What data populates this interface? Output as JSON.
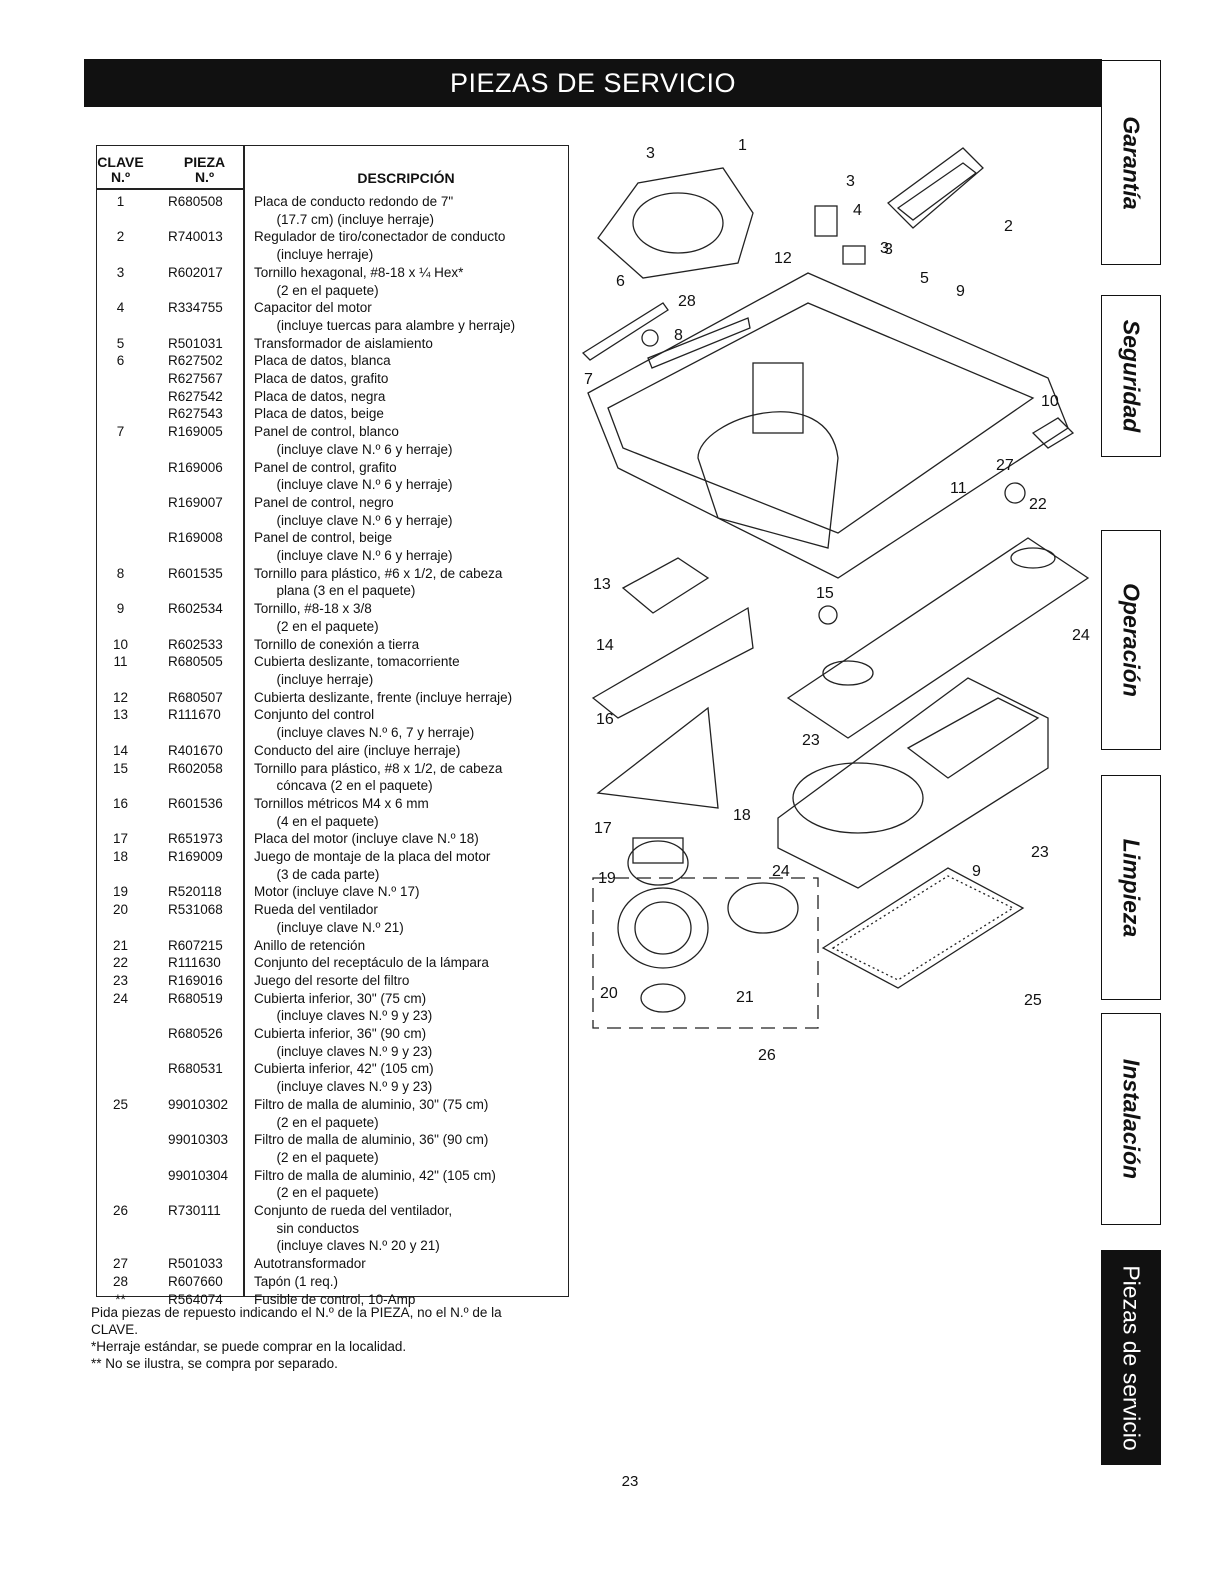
{
  "header": {
    "title": "PIEZAS DE SERVICIO"
  },
  "table": {
    "col_clave": "CLAVE\nN.º",
    "col_pieza": "PIEZA\nN.º",
    "col_desc": "DESCRIPCIÓN",
    "rows": [
      {
        "clave": "1",
        "pieza": "R680508",
        "desc": "Placa de conducto redondo de 7\""
      },
      {
        "clave": "",
        "pieza": "",
        "desc": "      (17.7 cm) (incluye herraje)"
      },
      {
        "clave": "2",
        "pieza": "R740013",
        "desc": "Regulador de tiro/conectador de conducto"
      },
      {
        "clave": "",
        "pieza": "",
        "desc": "      (incluye herraje)"
      },
      {
        "clave": "3",
        "pieza": "R602017",
        "desc": "Tornillo hexagonal, #8-18 x ¼ Hex*"
      },
      {
        "clave": "",
        "pieza": "",
        "desc": "      (2 en el paquete)"
      },
      {
        "clave": "4",
        "pieza": "R334755",
        "desc": "Capacitor del motor"
      },
      {
        "clave": "",
        "pieza": "",
        "desc": "      (incluye tuercas para alambre y herraje)"
      },
      {
        "clave": "5",
        "pieza": "R501031",
        "desc": "Transformador de aislamiento"
      },
      {
        "clave": "6",
        "pieza": "R627502",
        "desc": "Placa de datos, blanca"
      },
      {
        "clave": "",
        "pieza": "R627567",
        "desc": "Placa de datos, grafito"
      },
      {
        "clave": "",
        "pieza": "R627542",
        "desc": "Placa de datos, negra"
      },
      {
        "clave": "",
        "pieza": "R627543",
        "desc": "Placa de datos, beige"
      },
      {
        "clave": "7",
        "pieza": "R169005",
        "desc": "Panel de control, blanco"
      },
      {
        "clave": "",
        "pieza": "",
        "desc": "      (incluye clave N.º 6 y herraje)"
      },
      {
        "clave": "",
        "pieza": "R169006",
        "desc": "Panel de control, grafito"
      },
      {
        "clave": "",
        "pieza": "",
        "desc": "      (incluye clave N.º 6 y herraje)"
      },
      {
        "clave": "",
        "pieza": "R169007",
        "desc": "Panel de control, negro"
      },
      {
        "clave": "",
        "pieza": "",
        "desc": "      (incluye clave N.º 6 y herraje)"
      },
      {
        "clave": "",
        "pieza": "R169008",
        "desc": "Panel de control, beige"
      },
      {
        "clave": "",
        "pieza": "",
        "desc": "      (incluye clave N.º 6 y herraje)"
      },
      {
        "clave": "8",
        "pieza": "R601535",
        "desc": "Tornillo para plástico, #6 x 1/2, de cabeza"
      },
      {
        "clave": "",
        "pieza": "",
        "desc": "      plana (3 en el paquete)"
      },
      {
        "clave": "9",
        "pieza": "R602534",
        "desc": "Tornillo, #8-18 x 3/8"
      },
      {
        "clave": "",
        "pieza": "",
        "desc": "      (2 en el paquete)"
      },
      {
        "clave": "10",
        "pieza": "R602533",
        "desc": "Tornillo de conexión a tierra"
      },
      {
        "clave": "11",
        "pieza": "R680505",
        "desc": "Cubierta deslizante, tomacorriente"
      },
      {
        "clave": "",
        "pieza": "",
        "desc": "      (incluye herraje)"
      },
      {
        "clave": "12",
        "pieza": "R680507",
        "desc": "Cubierta deslizante, frente (incluye herraje)"
      },
      {
        "clave": "13",
        "pieza": "R111670",
        "desc": "Conjunto del control"
      },
      {
        "clave": "",
        "pieza": "",
        "desc": "      (incluye claves N.º 6, 7 y herraje)"
      },
      {
        "clave": "14",
        "pieza": "R401670",
        "desc": "Conducto del aire (incluye herraje)"
      },
      {
        "clave": "15",
        "pieza": "R602058",
        "desc": "Tornillo para plástico, #8 x 1/2, de cabeza"
      },
      {
        "clave": "",
        "pieza": "",
        "desc": "      cóncava (2 en el paquete)"
      },
      {
        "clave": "16",
        "pieza": "R601536",
        "desc": "Tornillos métricos M4 x 6 mm"
      },
      {
        "clave": "",
        "pieza": "",
        "desc": "      (4 en el paquete)"
      },
      {
        "clave": "17",
        "pieza": "R651973",
        "desc": "Placa del motor (incluye clave N.º 18)"
      },
      {
        "clave": "18",
        "pieza": "R169009",
        "desc": "Juego de montaje de la placa del motor"
      },
      {
        "clave": "",
        "pieza": "",
        "desc": "      (3 de cada parte)"
      },
      {
        "clave": "19",
        "pieza": "R520118",
        "desc": "Motor (incluye clave N.º 17)"
      },
      {
        "clave": "20",
        "pieza": "R531068",
        "desc": "Rueda del ventilador"
      },
      {
        "clave": "",
        "pieza": "",
        "desc": "      (incluye clave N.º 21)"
      },
      {
        "clave": "21",
        "pieza": "R607215",
        "desc": "Anillo de retención"
      },
      {
        "clave": "22",
        "pieza": "R111630",
        "desc": "Conjunto del receptáculo de la lámpara"
      },
      {
        "clave": "23",
        "pieza": "R169016",
        "desc": "Juego del resorte del filtro"
      },
      {
        "clave": "24",
        "pieza": "R680519",
        "desc": "Cubierta inferior, 30\" (75 cm)"
      },
      {
        "clave": "",
        "pieza": "",
        "desc": "      (incluye claves N.º 9 y 23)"
      },
      {
        "clave": "",
        "pieza": "R680526",
        "desc": "Cubierta inferior, 36\" (90 cm)"
      },
      {
        "clave": "",
        "pieza": "",
        "desc": "      (incluye claves N.º 9 y 23)"
      },
      {
        "clave": "",
        "pieza": "R680531",
        "desc": "Cubierta inferior, 42\" (105 cm)"
      },
      {
        "clave": "",
        "pieza": "",
        "desc": "      (incluye claves N.º 9 y 23)"
      },
      {
        "clave": "25",
        "pieza": "99010302",
        "desc": "Filtro de malla de aluminio, 30\" (75 cm)"
      },
      {
        "clave": "",
        "pieza": "",
        "desc": "      (2 en el paquete)"
      },
      {
        "clave": "",
        "pieza": "99010303",
        "desc": "Filtro de malla de aluminio, 36\" (90 cm)"
      },
      {
        "clave": "",
        "pieza": "",
        "desc": "      (2 en el paquete)"
      },
      {
        "clave": "",
        "pieza": "99010304",
        "desc": "Filtro de malla de aluminio, 42\" (105 cm)"
      },
      {
        "clave": "",
        "pieza": "",
        "desc": "      (2 en el paquete)"
      },
      {
        "clave": "26",
        "pieza": "R730111",
        "desc": "Conjunto de rueda del ventilador,"
      },
      {
        "clave": "",
        "pieza": "",
        "desc": "      sin conductos"
      },
      {
        "clave": "",
        "pieza": "",
        "desc": "      (incluye claves N.º 20 y 21)"
      },
      {
        "clave": "27",
        "pieza": "R501033",
        "desc": "Autotransformador"
      },
      {
        "clave": "28",
        "pieza": "R607660",
        "desc": "Tapón (1 req.)"
      },
      {
        "clave": "**",
        "pieza": "R564074",
        "desc": "Fusible de control, 10-Amp"
      }
    ]
  },
  "notes": {
    "line1": "Pida piezas de repuesto indicando el N.º de la PIEZA, no el N.º de la",
    "line2": "CLAVE.",
    "line3": "*Herraje estándar, se puede comprar en la localidad.",
    "line4": "** No se ilustra, se compra por separado."
  },
  "page_number": "23",
  "tabs": [
    {
      "label": "Garantía",
      "active": false
    },
    {
      "label": "Seguridad",
      "active": false
    },
    {
      "label": "Operación",
      "active": false
    },
    {
      "label": "Limpieza",
      "active": false
    },
    {
      "label": "Instalación",
      "active": false
    },
    {
      "label": "Piezas de servicio",
      "active": true
    }
  ],
  "diagram_callouts": [
    "3",
    "1",
    "3",
    "4",
    "2",
    "3",
    "12",
    "3",
    "5",
    "9",
    "6",
    "28",
    "8",
    "7",
    "10",
    "27",
    "22",
    "11",
    "13",
    "15",
    "24",
    "14",
    "16",
    "23",
    "17",
    "18",
    "23",
    "19",
    "24",
    "9",
    "20",
    "21",
    "25",
    "26"
  ]
}
